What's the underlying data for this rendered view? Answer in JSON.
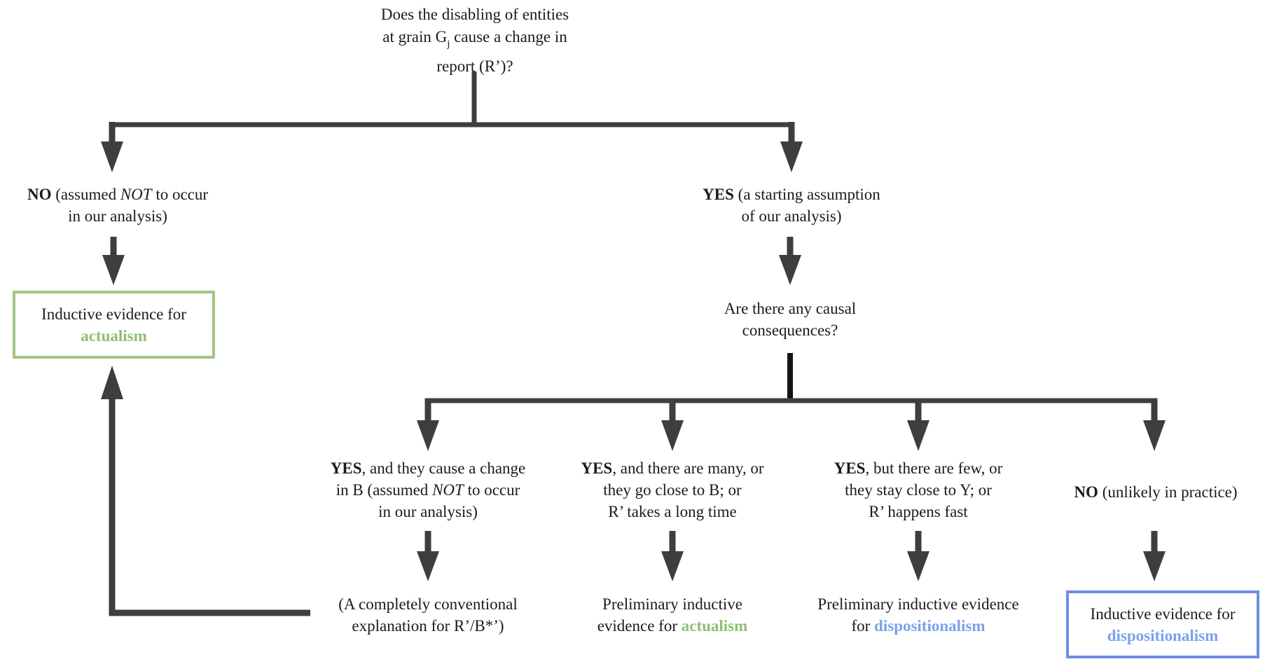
{
  "colors": {
    "line": "#3e3e3e",
    "center_stem": "#141414",
    "green_border": "#a3c583",
    "green_text": "#8fbf72",
    "blue_border": "#6d8ce4",
    "blue_text": "#7aa2ec",
    "text": "#1b1b1b"
  },
  "nodes": {
    "root_question": {
      "line1": "Does the disabling of entities",
      "line2_pre": "at grain G",
      "line2_sub": "j",
      "line2_post": " cause a change in",
      "line3": "report (R’)?"
    },
    "branch_no": {
      "label": "NO",
      "text_a": " (assumed ",
      "emph": "NOT",
      "text_b": " to occur",
      "line2": "in our analysis)"
    },
    "branch_yes": {
      "label": "YES",
      "text_a": " (a starting assumption",
      "line2": "of our analysis)"
    },
    "question2": {
      "line1": "Are there any causal",
      "line2": "consequences?"
    },
    "outcome_actualism_box": {
      "line1": "Inductive evidence for",
      "line2": "actualism"
    },
    "sub_branch_1": {
      "label": "YES",
      "text_a": ", and they cause a change",
      "line2_a": "in B (assumed ",
      "emph": "NOT",
      "line2_b": " to occur",
      "line3": "in our analysis)"
    },
    "sub_branch_2": {
      "label": "YES",
      "text_a": ", and there are many, or",
      "line2": "they go close to B; or",
      "line3": "R’ takes a long time"
    },
    "sub_branch_3": {
      "label": "YES",
      "text_a": ", but there are few, or",
      "line2": "they stay close to Y; or",
      "line3": "R’ happens fast"
    },
    "sub_branch_4": {
      "label": "NO",
      "text_a": " (unlikely in practice)"
    },
    "outcome_conventional": {
      "line1": "(A completely conventional",
      "line2": "explanation for R’/B*’)"
    },
    "outcome_prelim_actualism": {
      "line1": "Preliminary inductive",
      "line2_pre": "evidence for ",
      "line2_term": "actualism"
    },
    "outcome_prelim_disp": {
      "line1": "Preliminary inductive evidence",
      "line2_pre": "for ",
      "line2_term": "dispositionalism"
    },
    "outcome_disp_box": {
      "line1": "Inductive evidence for",
      "line2": "dispositionalism"
    }
  }
}
